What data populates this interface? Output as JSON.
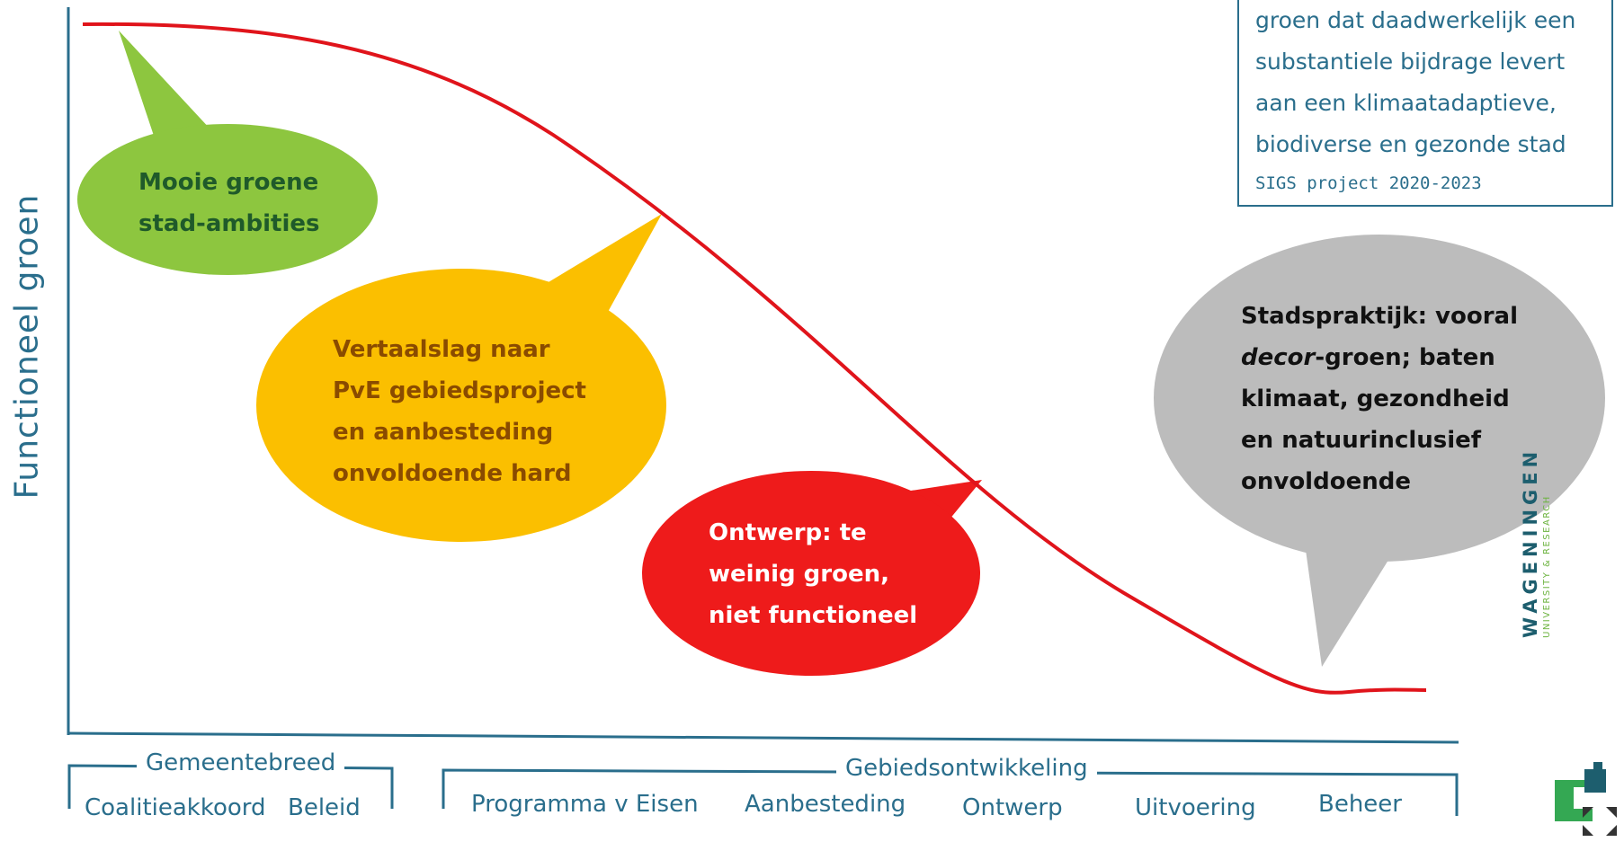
{
  "axis": {
    "ylabel": "Functioneel groen"
  },
  "info_box": {
    "lines": [
      "groen dat daadwerkelijk een",
      "substantiele bijdrage levert",
      "aan een klimaatadaptieve,",
      "biodiverse en gezonde stad"
    ],
    "source": "SIGS project 2020-2023"
  },
  "bubbles": {
    "green": {
      "lines": [
        "Mooie groene",
        "stad-ambities"
      ],
      "color": "#8dc63f",
      "text_color": "#1f5a2a"
    },
    "orange": {
      "lines": [
        "Vertaalslag naar",
        "PvE gebiedsproject",
        "en aanbesteding",
        "onvoldoende hard"
      ],
      "color": "#fbbf00",
      "text_color": "#8a4b00"
    },
    "red": {
      "lines": [
        "Ontwerp: te",
        "weinig groen,",
        "niet functioneel"
      ],
      "color": "#ee1b1b",
      "text_color": "#ffffff"
    },
    "gray": {
      "line1": "Stadspraktijk: vooral",
      "line2_em": "decor",
      "line2_rest": "-groen; baten",
      "line3": "klimaat, gezondheid",
      "line4": "en natuurinclusief",
      "line5": "onvoldoende",
      "color": "#bcbcbc",
      "text_color": "#111111"
    }
  },
  "curve_color": "#e0141b",
  "timeline": {
    "group1": {
      "title": "Gemeentebreed",
      "phases": [
        "Coalitieakkoord",
        "Beleid"
      ]
    },
    "group2": {
      "title": "Gebiedsontwikkeling",
      "phases": [
        "Programma  v Eisen",
        "Aanbesteding",
        "Ontwerp",
        "Uitvoering",
        "Beheer"
      ]
    }
  },
  "logo": {
    "name": "WAGENINGEN",
    "sub": "UNIVERSITY & RESEARCH",
    "icon": "wur-logo-icon"
  },
  "expand_icon": "expand-icon"
}
